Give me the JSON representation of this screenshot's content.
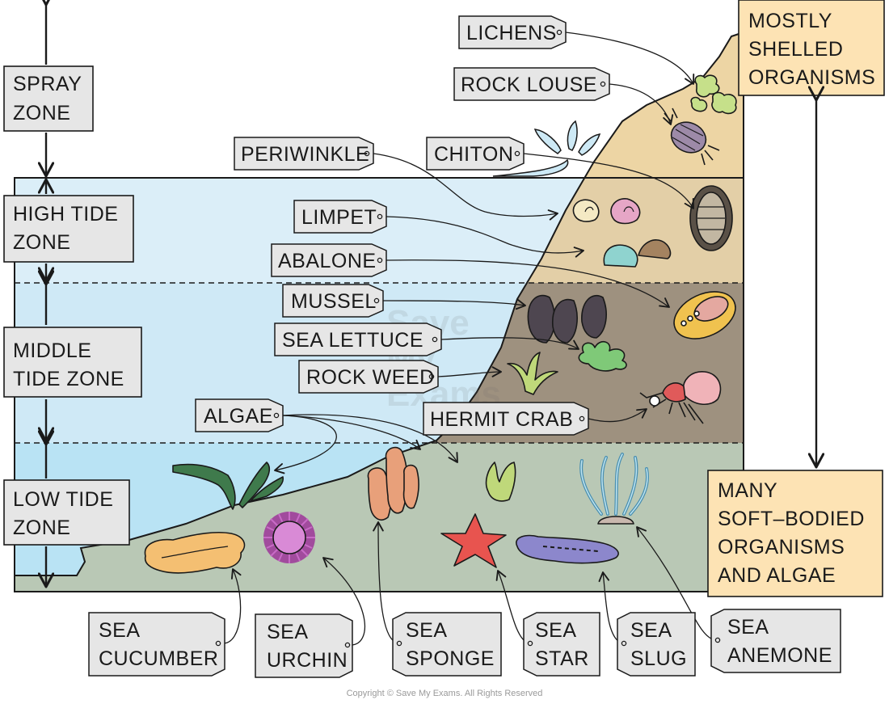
{
  "colors": {
    "spray_sky": "#ffffff",
    "high_water": "#dbeef8",
    "middle_water": "#cfe9f6",
    "low_water": "#b9e3f4",
    "spray_land": "#edd5a4",
    "high_land": "#e3cfa7",
    "middle_land": "#9e917f",
    "low_land": "#b9c8b5",
    "tag_fill": "#e6e6e6",
    "note_fill": "#fde3b4",
    "outline": "#1a1a1a"
  },
  "zones": [
    {
      "lines": [
        "SPRAY",
        "ZONE"
      ]
    },
    {
      "lines": [
        "HIGH TIDE",
        "ZONE"
      ]
    },
    {
      "lines": [
        "MIDDLE",
        "TIDE ZONE"
      ]
    },
    {
      "lines": [
        "LOW TIDE",
        "ZONE"
      ]
    }
  ],
  "notes": {
    "top": [
      "MOSTLY",
      "SHELLED",
      "ORGANISMS"
    ],
    "bottom": [
      "MANY",
      "SOFT–BODIED",
      "ORGANISMS",
      "AND ALGAE"
    ]
  },
  "organisms": {
    "lichens": [
      "LICHENS"
    ],
    "rock_louse": [
      "ROCK LOUSE"
    ],
    "periwinkle": [
      "PERIWINKLE"
    ],
    "chiton": [
      "CHITON"
    ],
    "limpet": [
      "LIMPET"
    ],
    "abalone": [
      "ABALONE"
    ],
    "mussel": [
      "MUSSEL"
    ],
    "sea_lettuce": [
      "SEA LETTUCE"
    ],
    "rock_weed": [
      "ROCK WEED"
    ],
    "hermit_crab": [
      "HERMIT CRAB"
    ],
    "algae": [
      "ALGAE"
    ],
    "sea_cucumber": [
      "SEA",
      "CUCUMBER"
    ],
    "sea_urchin": [
      "SEA",
      "URCHIN"
    ],
    "sea_sponge": [
      "SEA",
      "SPONGE"
    ],
    "sea_star": [
      "SEA",
      "STAR"
    ],
    "sea_slug": [
      "SEA",
      "SLUG"
    ],
    "sea_anemone": [
      "SEA",
      "ANEMONE"
    ]
  },
  "watermark": [
    "Save",
    "My",
    "Exams"
  ],
  "copyright": "Copyright © Save My Exams. All Rights Reserved"
}
